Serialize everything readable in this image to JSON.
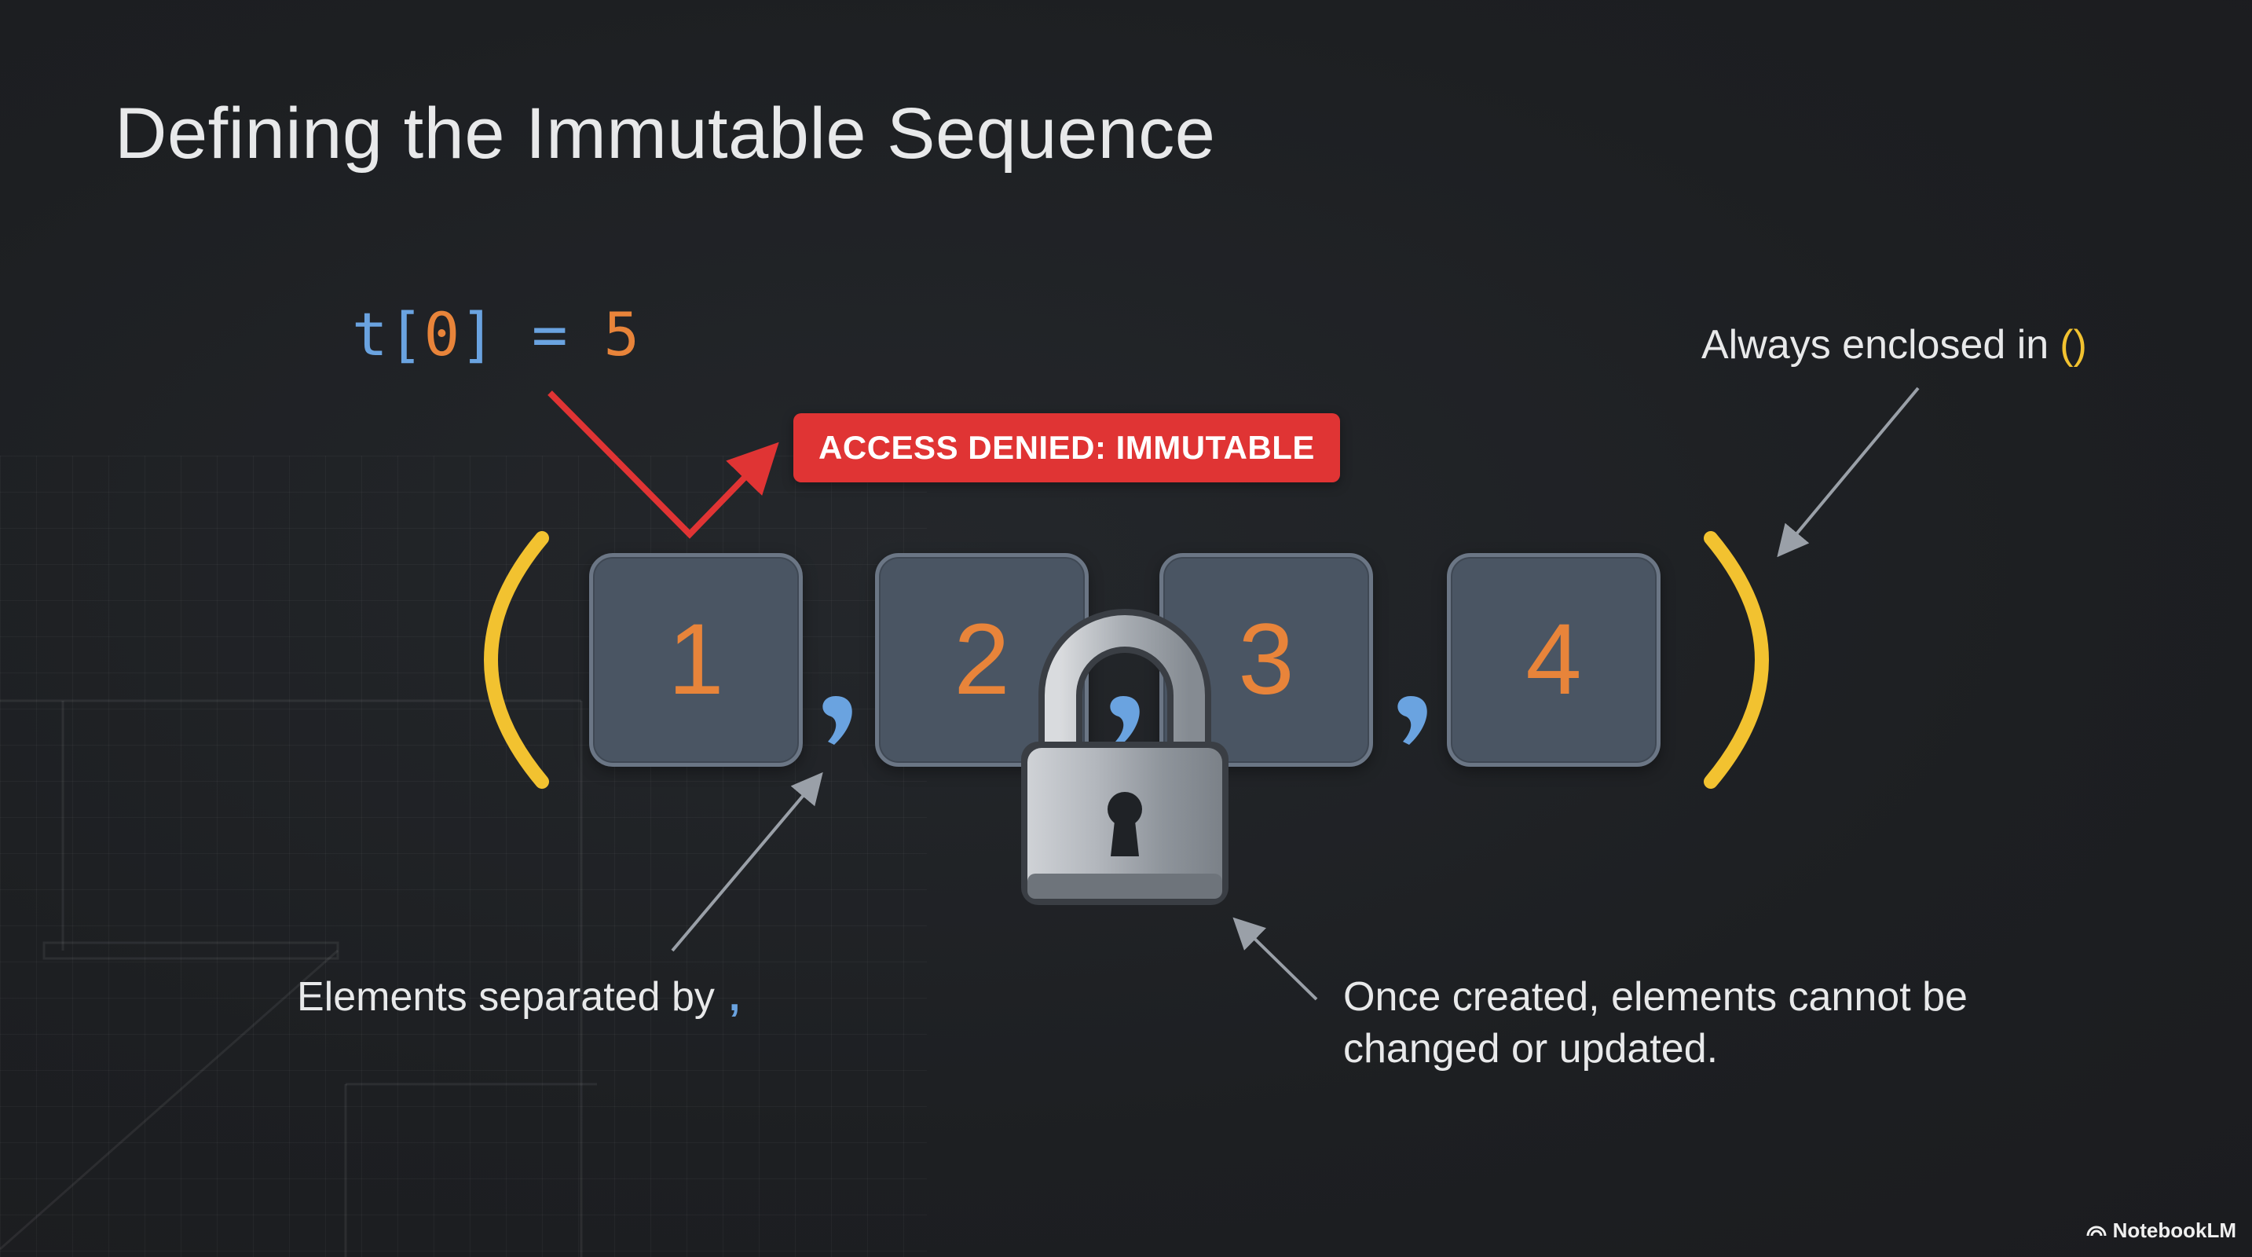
{
  "slide": {
    "title": "Defining the Immutable Sequence"
  },
  "code": {
    "variable": "t",
    "open_bracket": "[",
    "index": "0",
    "close_bracket": "]",
    "operator": " = ",
    "value": "5"
  },
  "error_badge": {
    "text": "ACCESS DENIED: IMMUTABLE"
  },
  "tuple": {
    "elements": [
      "1",
      "2",
      "3",
      "4"
    ]
  },
  "annotations": {
    "parens": {
      "text": "Always enclosed in",
      "glyph": "()"
    },
    "commas": {
      "text": "Elements separated by",
      "glyph": ","
    },
    "immutable": {
      "text": "Once created, elements cannot be changed or updated."
    }
  },
  "icons": {
    "lock": "padlock-icon",
    "logo": "notebooklm-logo-icon"
  },
  "watermark": {
    "text": "NotebookLM"
  },
  "colors": {
    "background": "#1d1f22",
    "paren": "#f2c230",
    "comma": "#6aa3e0",
    "number": "#e8843a",
    "error": "#e03434",
    "box": "#4a5563"
  }
}
